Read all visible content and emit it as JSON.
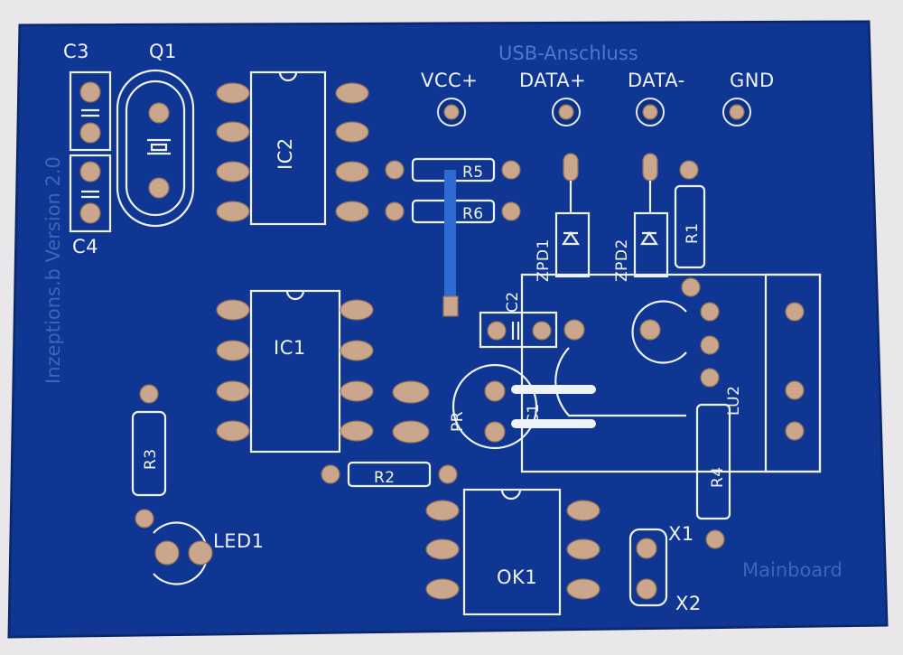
{
  "board": {
    "header_title": "USB-Anschluss",
    "side_text": "Inzeptions.b Version 2.0",
    "footer_text": "Mainboard",
    "colors": {
      "solder_mask": "#0b318c",
      "silkscreen": "#eef2fa",
      "pad": "#c9a68c",
      "background": "#e9e7ea"
    }
  },
  "connector_pins": [
    {
      "label": "VCC+"
    },
    {
      "label": "DATA+"
    },
    {
      "label": "DATA-"
    },
    {
      "label": "GND"
    }
  ],
  "components": {
    "c3": "C3",
    "c4": "C4",
    "q1": "Q1",
    "ic1": "IC1",
    "ic2": "IC2",
    "r1": "R1",
    "r2": "R2",
    "r3": "R3",
    "r4": "R4",
    "r5": "R5",
    "r6": "R6",
    "zpd1": "ZPD1",
    "zpd2": "ZPD2",
    "c1": "C1",
    "c2": "C2",
    "lu2": "LU2",
    "pr": "PR",
    "led1": "LED1",
    "ok1": "OK1",
    "x1": "X1",
    "x2": "X2"
  }
}
